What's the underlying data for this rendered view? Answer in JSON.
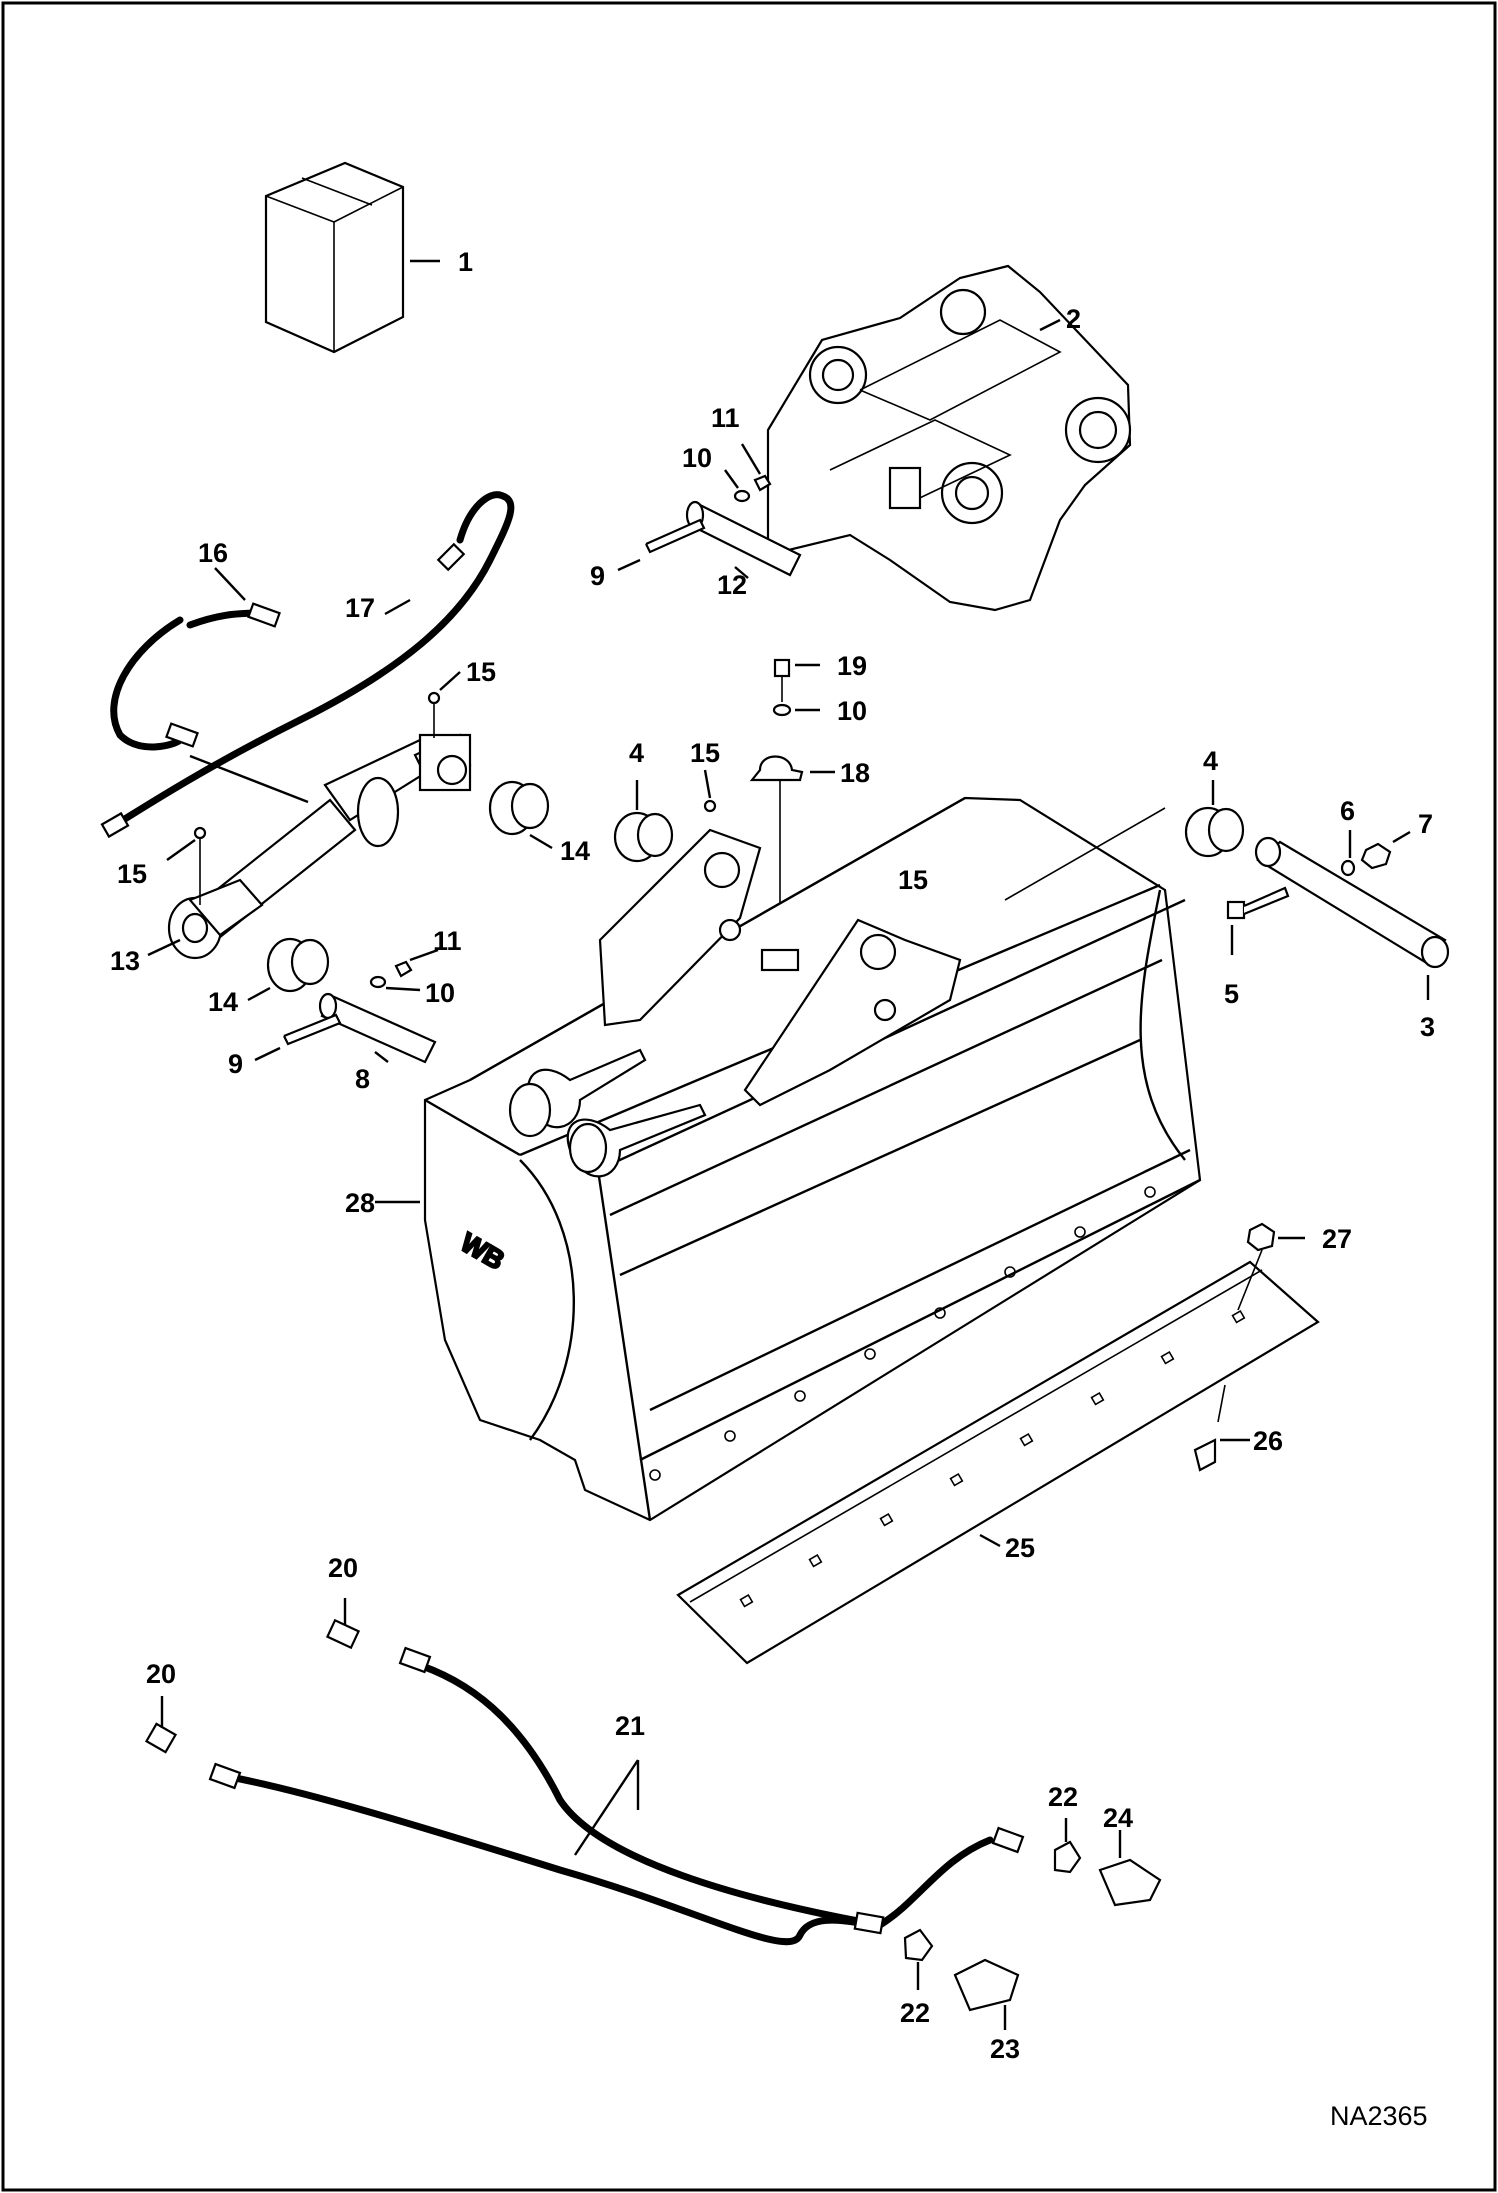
{
  "figure": {
    "reference_code": "NA2365",
    "logo_text": "WB"
  },
  "callouts": [
    {
      "id": "c1",
      "text": "1"
    },
    {
      "id": "c2",
      "text": "2"
    },
    {
      "id": "c3",
      "text": "3"
    },
    {
      "id": "c4a",
      "text": "4"
    },
    {
      "id": "c4b",
      "text": "4"
    },
    {
      "id": "c5",
      "text": "5"
    },
    {
      "id": "c6",
      "text": "6"
    },
    {
      "id": "c7",
      "text": "7"
    },
    {
      "id": "c8",
      "text": "8"
    },
    {
      "id": "c9a",
      "text": "9"
    },
    {
      "id": "c9b",
      "text": "9"
    },
    {
      "id": "c10a",
      "text": "10"
    },
    {
      "id": "c10b",
      "text": "10"
    },
    {
      "id": "c10c",
      "text": "10"
    },
    {
      "id": "c11a",
      "text": "11"
    },
    {
      "id": "c11b",
      "text": "11"
    },
    {
      "id": "c12",
      "text": "12"
    },
    {
      "id": "c13",
      "text": "13"
    },
    {
      "id": "c14a",
      "text": "14"
    },
    {
      "id": "c14b",
      "text": "14"
    },
    {
      "id": "c15a",
      "text": "15"
    },
    {
      "id": "c15b",
      "text": "15"
    },
    {
      "id": "c15c",
      "text": "15"
    },
    {
      "id": "c15d",
      "text": "15"
    },
    {
      "id": "c16",
      "text": "16"
    },
    {
      "id": "c17",
      "text": "17"
    },
    {
      "id": "c18",
      "text": "18"
    },
    {
      "id": "c19",
      "text": "19"
    },
    {
      "id": "c20a",
      "text": "20"
    },
    {
      "id": "c20b",
      "text": "20"
    },
    {
      "id": "c21",
      "text": "21"
    },
    {
      "id": "c22a",
      "text": "22"
    },
    {
      "id": "c22b",
      "text": "22"
    },
    {
      "id": "c23",
      "text": "23"
    },
    {
      "id": "c24",
      "text": "24"
    },
    {
      "id": "c25",
      "text": "25"
    },
    {
      "id": "c26",
      "text": "26"
    },
    {
      "id": "c27",
      "text": "27"
    },
    {
      "id": "c28",
      "text": "28"
    }
  ]
}
